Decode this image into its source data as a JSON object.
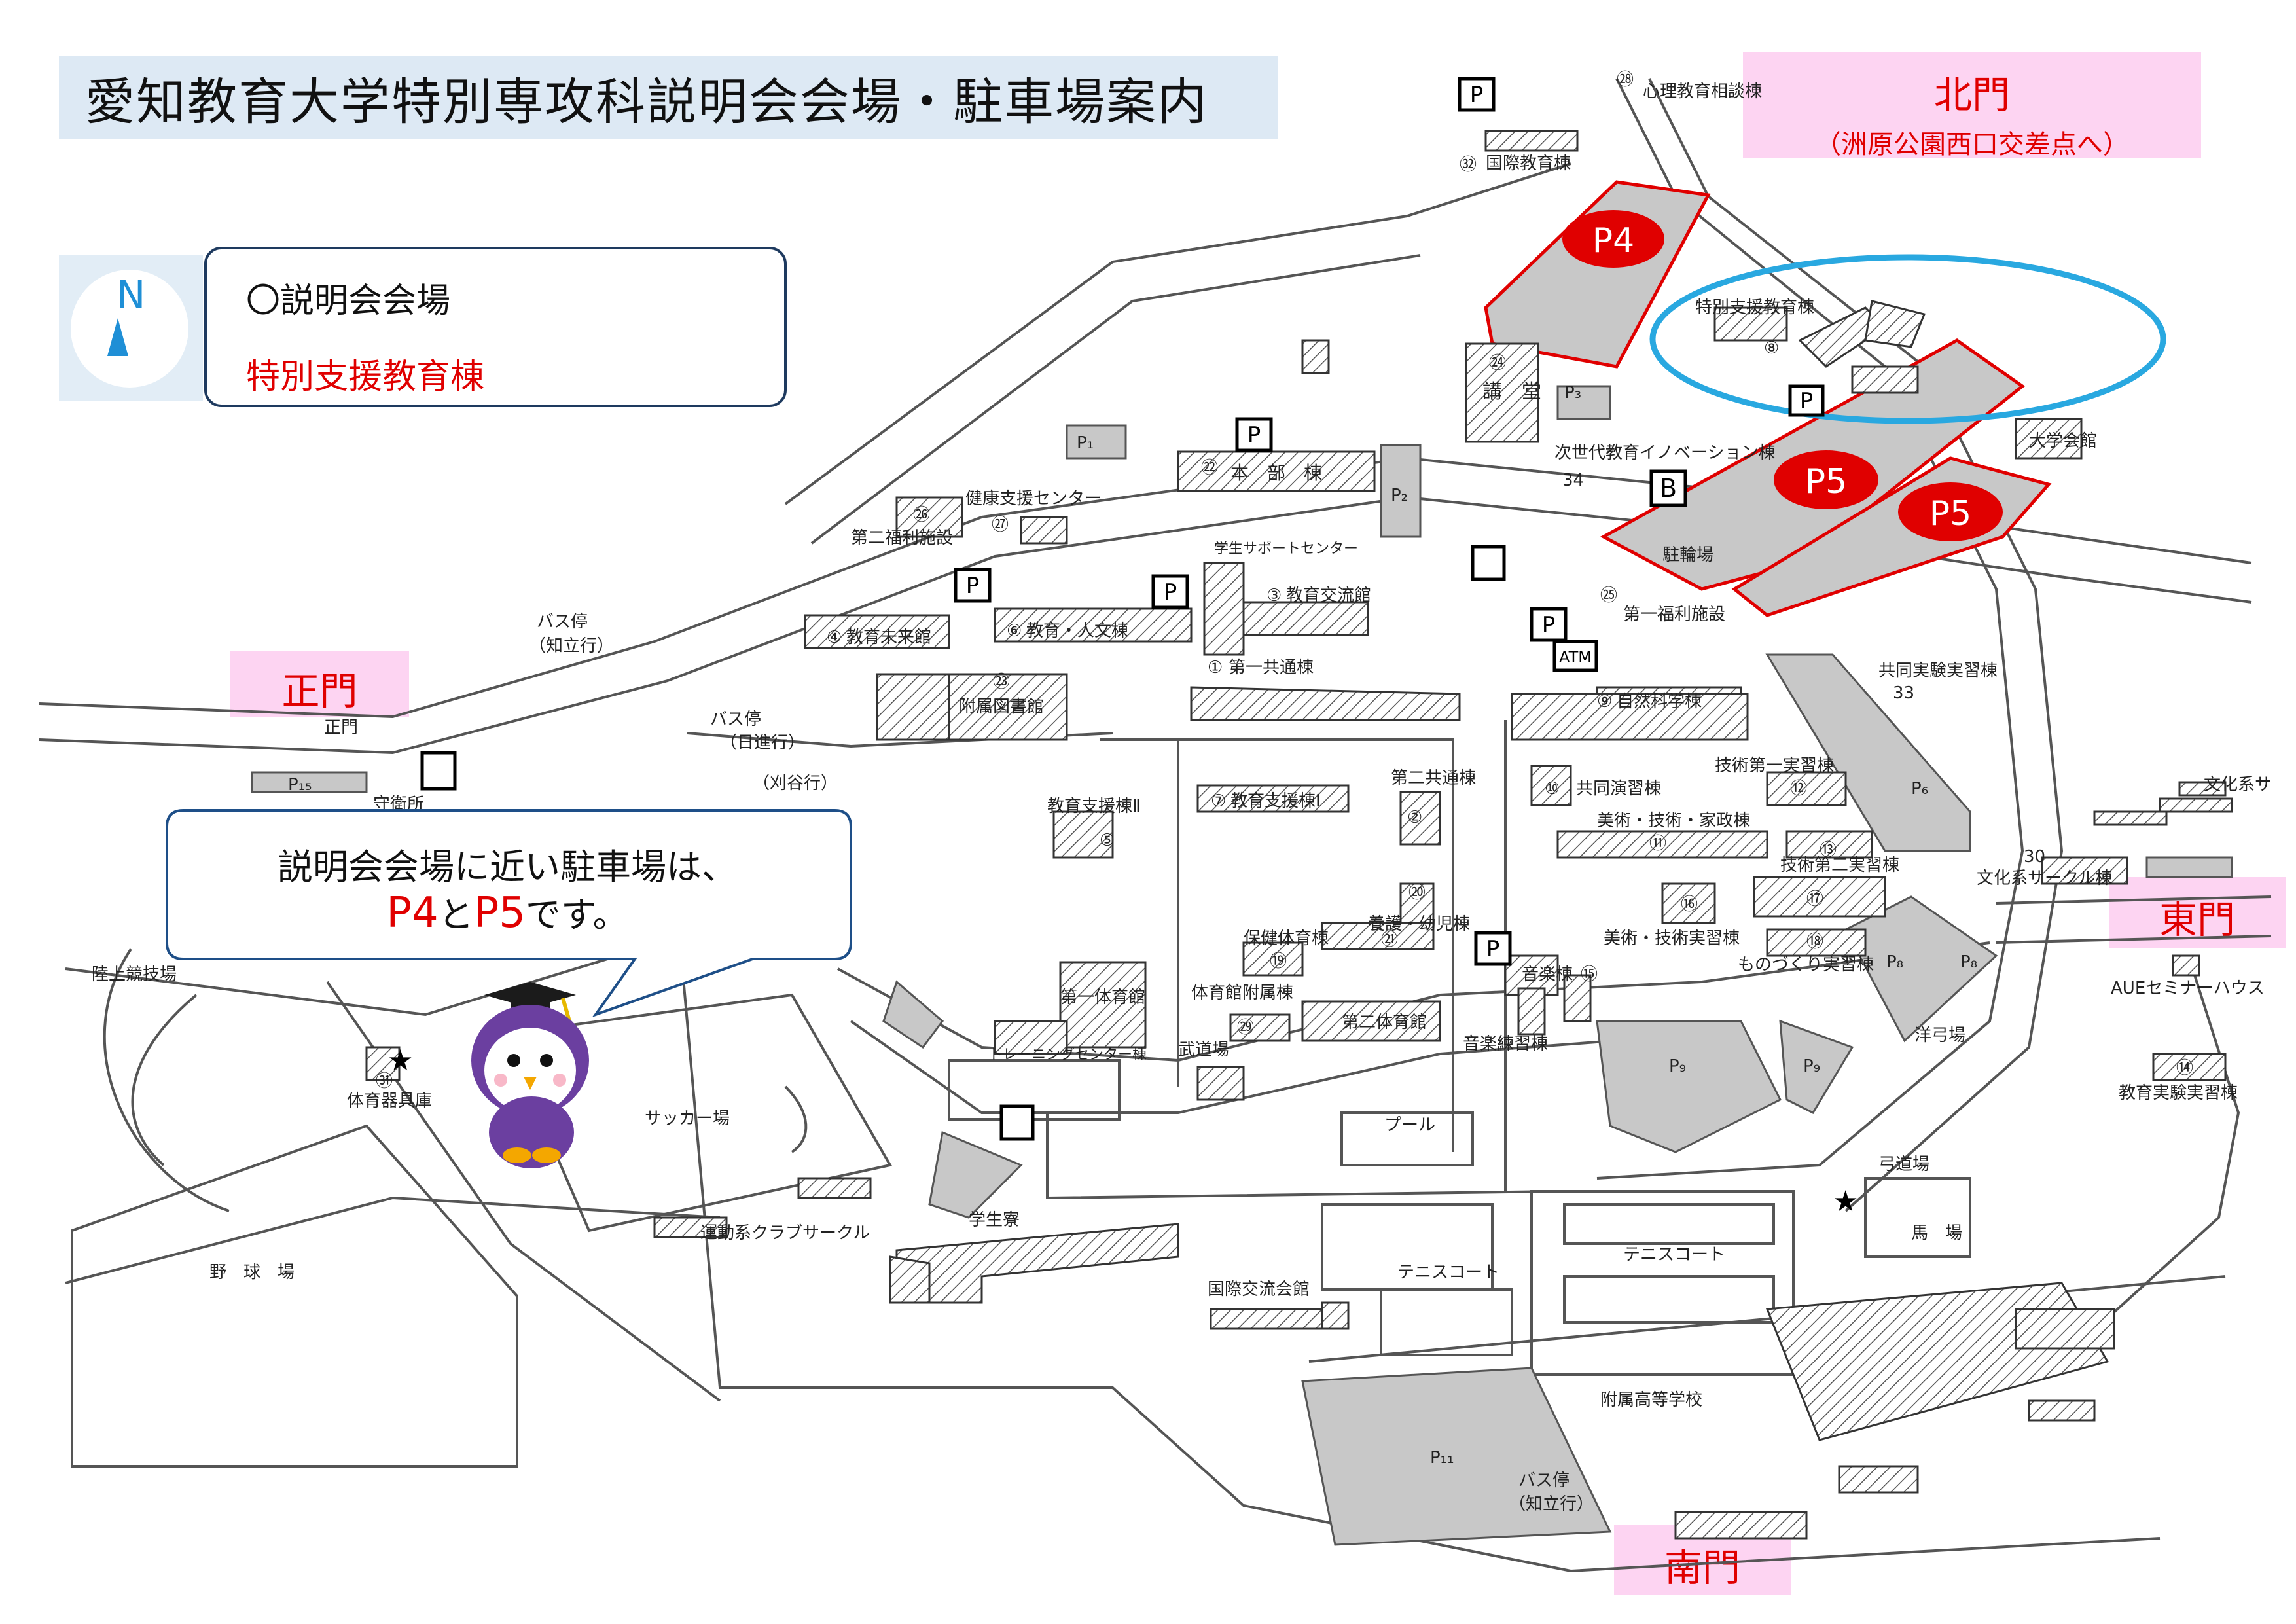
{
  "title": "愛知教育大学特別専攻科説明会会場・駐車場案内",
  "compass": {
    "letter": "N"
  },
  "venue_box": {
    "heading": "〇説明会会場",
    "venue": "特別支援教育棟"
  },
  "gates": {
    "north": {
      "label": "北門",
      "sub": "（洲原公園西口交差点へ）"
    },
    "main": "正門",
    "east": "東門",
    "south": "南門"
  },
  "bubble": {
    "line1": "説明会会場に近い駐車場は、",
    "p4": "P4",
    "to": "と",
    "p5": "P5",
    "tail": "です。"
  },
  "parking_markers": {
    "p4": "P4",
    "p5a": "P5",
    "p5b": "P5"
  },
  "map_labels": {
    "shinri": "心理教育相談棟",
    "kokusai_kyoiku": "国際教育棟",
    "tokubetsu_shien": "特別支援教育棟",
    "kodo": "講　堂",
    "p3": "P₃",
    "honbu": "本　部　棟",
    "p1": "P₁",
    "p2": "P₂",
    "jisedai": "次世代教育イノベーション棟",
    "daigakukaikan": "大学会館",
    "churinjo": "駐輪場",
    "kenko": "健康支援センター",
    "daini_fukuri": "第二福利施設",
    "gakusei_support": "学生サポートセンター",
    "kyoiku_koryu": "教育交流館",
    "kyoiku_jinbun": "教育・人文棟",
    "kyoiku_mirai": "教育未来館",
    "daiichi_fukuri": "第一福利施設",
    "atm": "ATM",
    "daiichi_kyotsu": "第一共通棟",
    "fuzoku_tosho": "附属図書館",
    "shizen_kagaku": "自然科学棟",
    "kyodo_jikken": "共同実験実習棟",
    "bus_chiryu": "バス停",
    "bus_chiryu_sub": "（知立行）",
    "seimon_small": "正門",
    "p15": "P₁₅",
    "shueisho": "守衛所",
    "bus_nisshin": "バス停",
    "bus_nisshin_sub": "（日進行）",
    "bus_kariya": "（刈谷行）",
    "kyoiku_shien_2": "教育支援棟Ⅱ",
    "kyoiku_shien_1": "教育支援棟Ⅰ",
    "daini_kyotsu": "第二共通棟",
    "kyodo_ensyu": "共同演習棟",
    "gijutsu_1": "技術第一実習棟",
    "p6": "P₆",
    "bunka_circle_n": "文化系サ",
    "bijutsu_katei": "美術・技術・家政棟",
    "gijutsu_2": "技術第二実習棟",
    "bunka_circle": "文化系サークル棟",
    "yogo": "養護・幼児棟",
    "hoken_taiiku": "保健体育棟",
    "bijutsu_gijutsu_jisshu": "美術・技術実習棟",
    "monozukuri": "ものづくり実習棟",
    "p8a": "P₈",
    "p8b": "P₈",
    "aue_seminar": "AUEセミナーハウス",
    "rikujo": "陸上競技場",
    "daiichi_taiikukan": "第一体育館",
    "taiikukan_fuzoku": "体育館附属棟",
    "ongaku": "音楽棟",
    "training": "トレーニングセンター棟",
    "budo": "武道場",
    "daini_taiikukan": "第二体育館",
    "ongaku_renshu": "音楽練習棟",
    "p9a": "P₉",
    "p9b": "P₉",
    "yokyu": "洋弓場",
    "kyoiku_jikken": "教育実験実習棟",
    "taiiku_kigu": "体育器具庫",
    "soccer": "サッカー場",
    "pool": "プール",
    "kyudo": "弓道場",
    "undo_circle": "運動系クラブサークル",
    "gakuseiryo": "学生寮",
    "yakyu": "野　球　場",
    "tennis1": "テニスコート",
    "tennis2": "テニスコート",
    "kokusai_koryu": "国際交流会館",
    "baba": "馬　場",
    "fuzoku_koko": "附属高等学校",
    "p11": "P₁₁",
    "bus_chiryu2": "バス停",
    "bus_chiryu2_sub": "（知立行）",
    "b_sign": "B",
    "p_small": "P"
  },
  "building_numbers": {
    "n28": "㉘",
    "n32": "㉜",
    "n8": "⑧",
    "n24": "㉔",
    "n22": "㉒",
    "n34": "34",
    "n26": "㉖",
    "n27": "㉗",
    "n3": "③",
    "n6": "⑥",
    "n4": "④",
    "n25": "㉕",
    "n1": "①",
    "n23": "㉓",
    "n9": "⑨",
    "n33": "33",
    "n10": "⑩",
    "n12": "⑫",
    "n5": "⑤",
    "n7": "⑦",
    "n2": "②",
    "n11": "⑪",
    "n13": "⑬",
    "n30": "30",
    "n20": "⑳",
    "n16": "⑯",
    "n17": "⑰",
    "n21": "㉑",
    "n18": "⑱",
    "n19": "⑲",
    "n15": "⑮",
    "n29": "㉙",
    "n31": "㉛",
    "n14": "⑭"
  },
  "colors": {
    "title_bg": "#dde9f4",
    "gate_bg": "#fdd4f2",
    "accent_red": "#e00000",
    "venue_circle": "#29a8e0",
    "parking_gray": "#c8c8c8"
  }
}
